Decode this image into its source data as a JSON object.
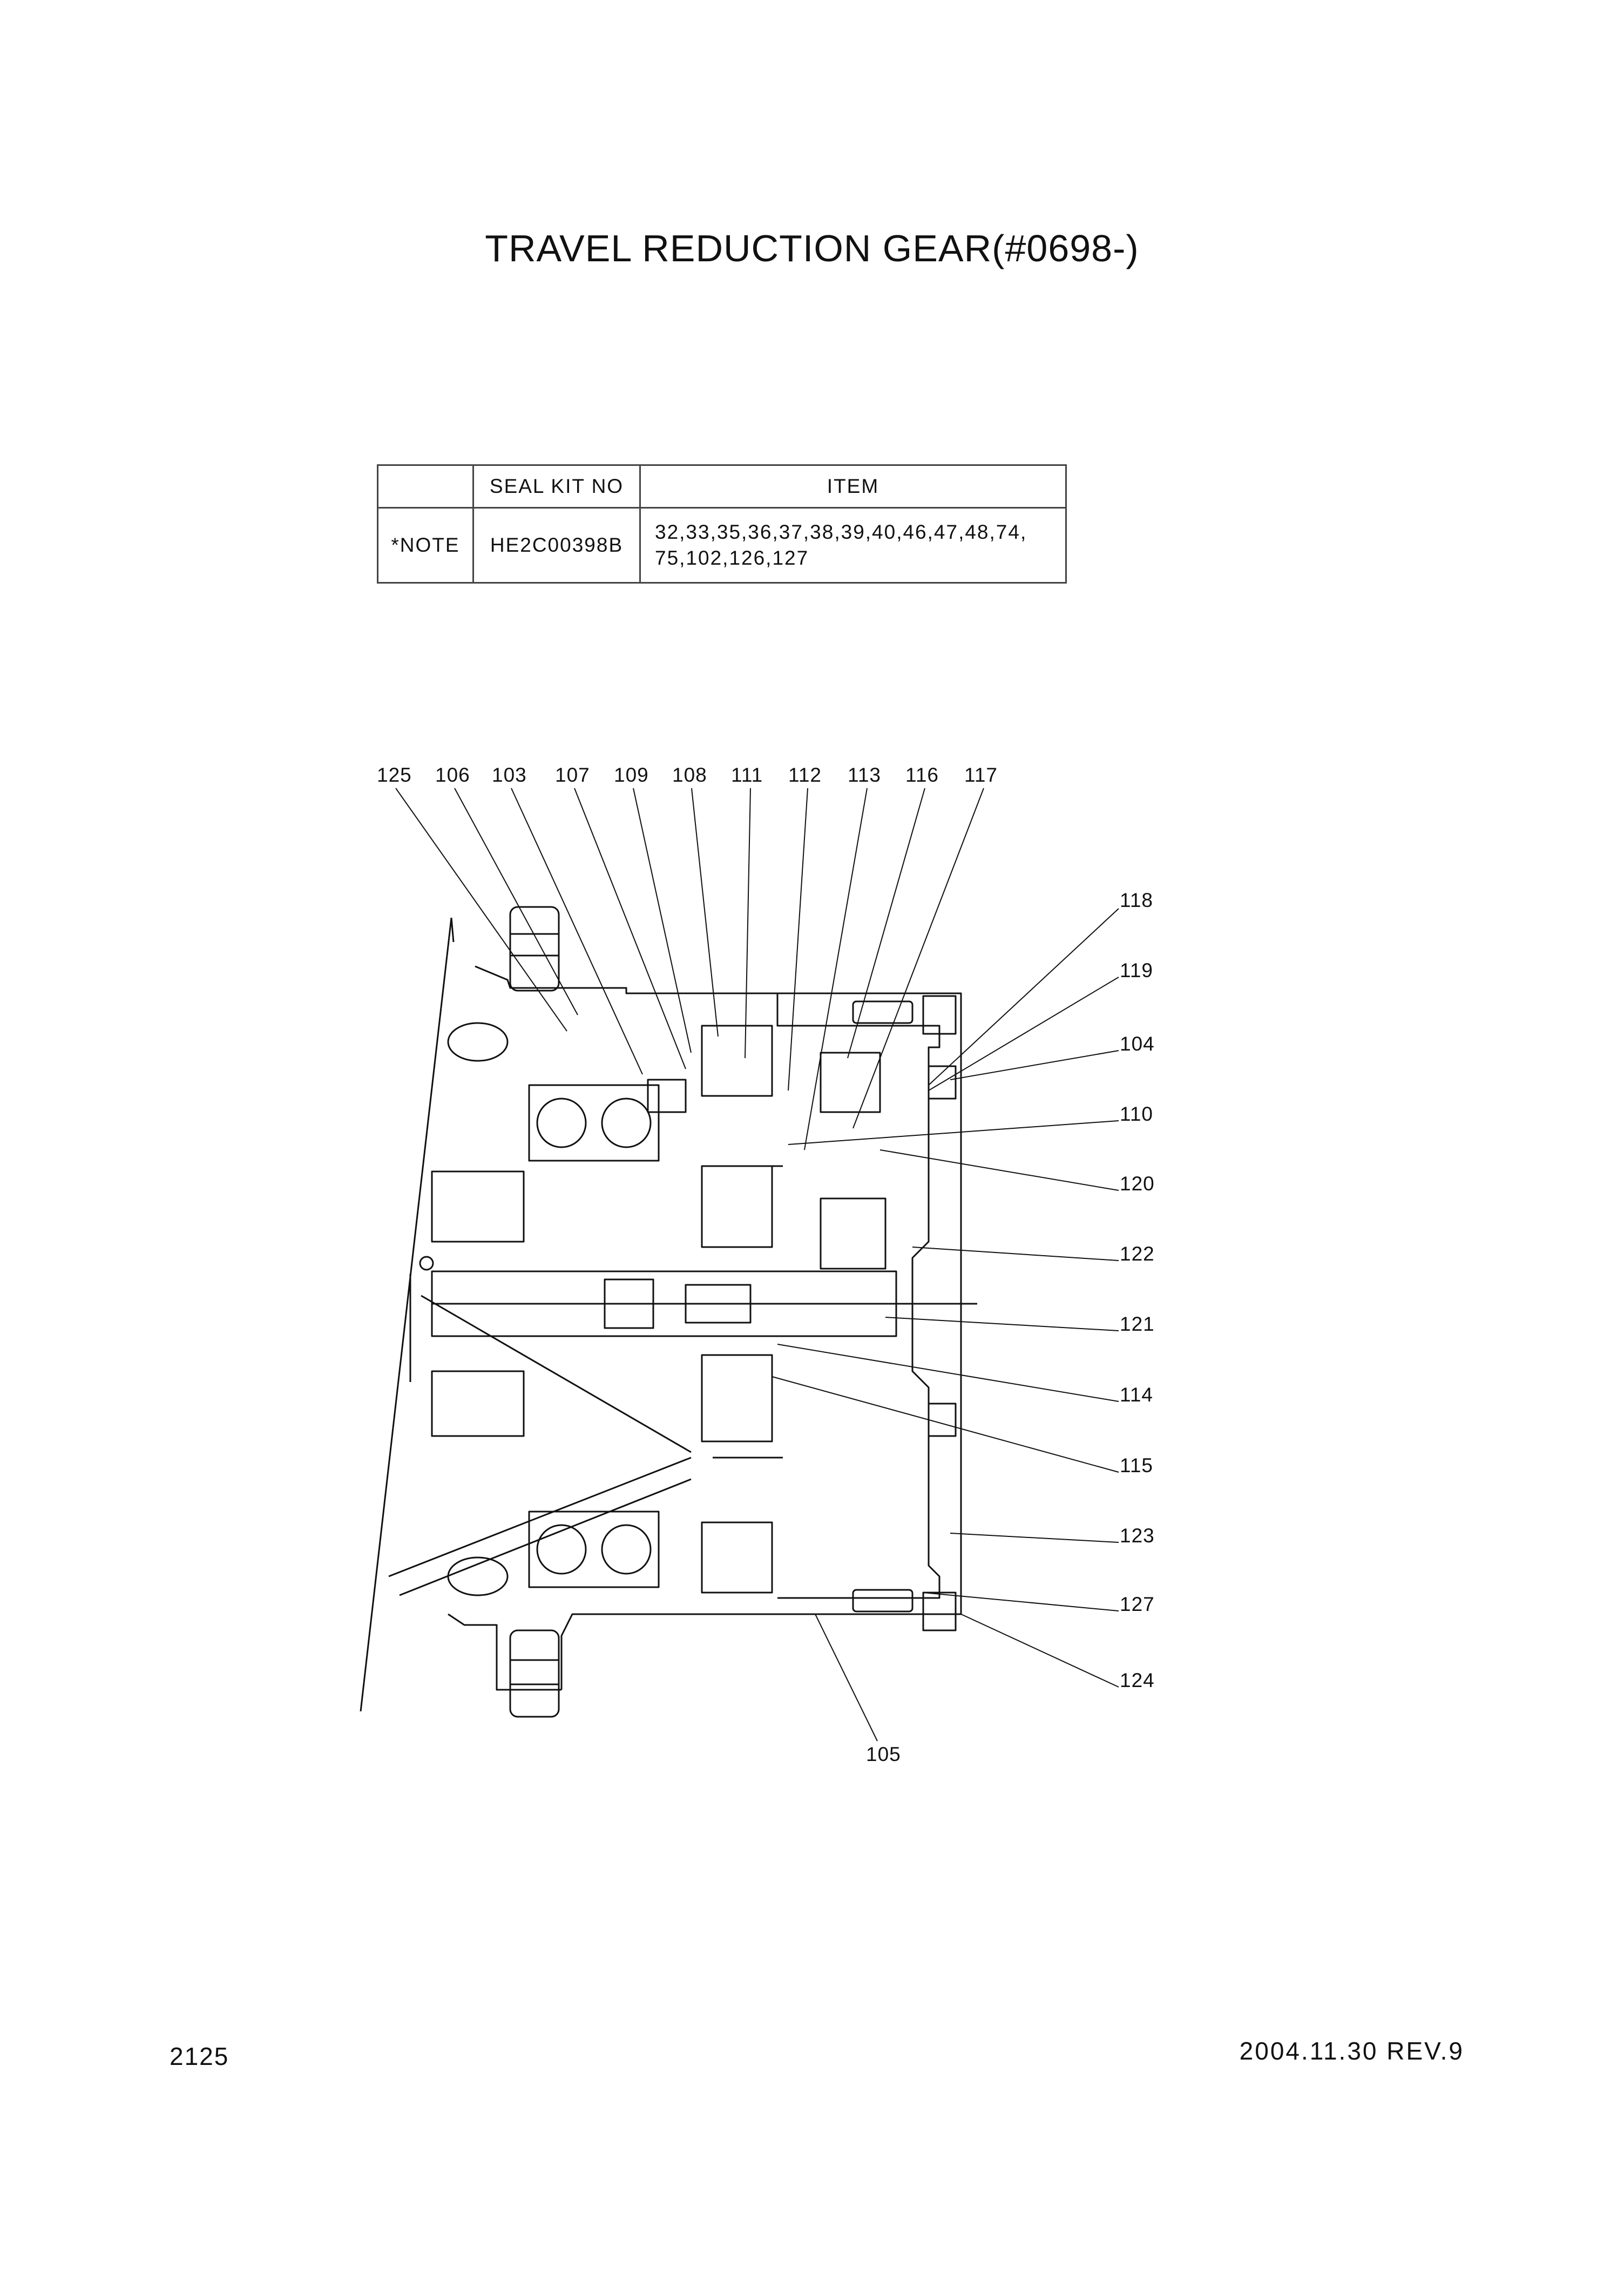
{
  "title": "TRAVEL REDUCTION GEAR(#0698-)",
  "seal_table": {
    "headers": [
      "",
      "SEAL KIT NO",
      "ITEM"
    ],
    "row": {
      "note": "*NOTE",
      "kit_no": "HE2C00398B",
      "items_line1": "32,33,35,36,37,38,39,40,46,47,48,74,",
      "items_line2": "75,102,126,127"
    }
  },
  "callouts": {
    "top": [
      "125",
      "106",
      "103",
      "107",
      "109",
      "108",
      "111",
      "112",
      "113",
      "116",
      "117"
    ],
    "right": [
      "118",
      "119",
      "104",
      "110",
      "120",
      "122",
      "121",
      "114",
      "115",
      "123",
      "127",
      "124"
    ],
    "bottom": [
      "105"
    ]
  },
  "footer": {
    "page_number": "2125",
    "date_rev": "2004.11.30  REV.9"
  }
}
